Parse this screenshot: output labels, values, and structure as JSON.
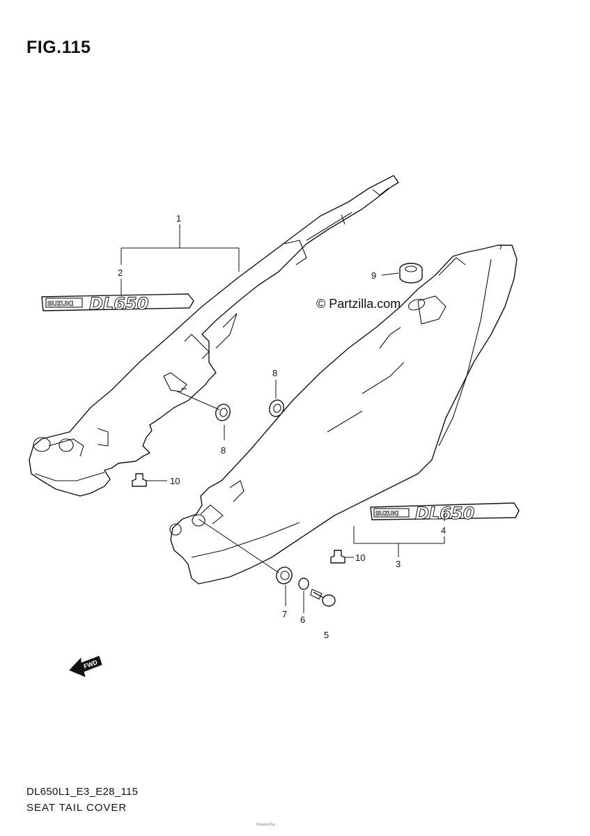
{
  "figure": {
    "title": "FIG.115",
    "watermark": "© Partzilla.com"
  },
  "callouts": {
    "c1": "1",
    "c2": "2",
    "c3": "3",
    "c4": "4",
    "c5": "5",
    "c6": "6",
    "c7": "7",
    "c8a": "8",
    "c8b": "8",
    "c9": "9",
    "c10a": "10",
    "c10b": "10"
  },
  "emblems": {
    "left": {
      "brand": "SUZUKI",
      "model": "DL650"
    },
    "right": {
      "brand": "SUZUKI",
      "model": "DL650"
    }
  },
  "arrow": {
    "label": "FWD"
  },
  "footer": {
    "code": "DL650L1_E3_E28_115",
    "name": "SEAT TAIL COVER",
    "tiny": "Powered by ..."
  }
}
